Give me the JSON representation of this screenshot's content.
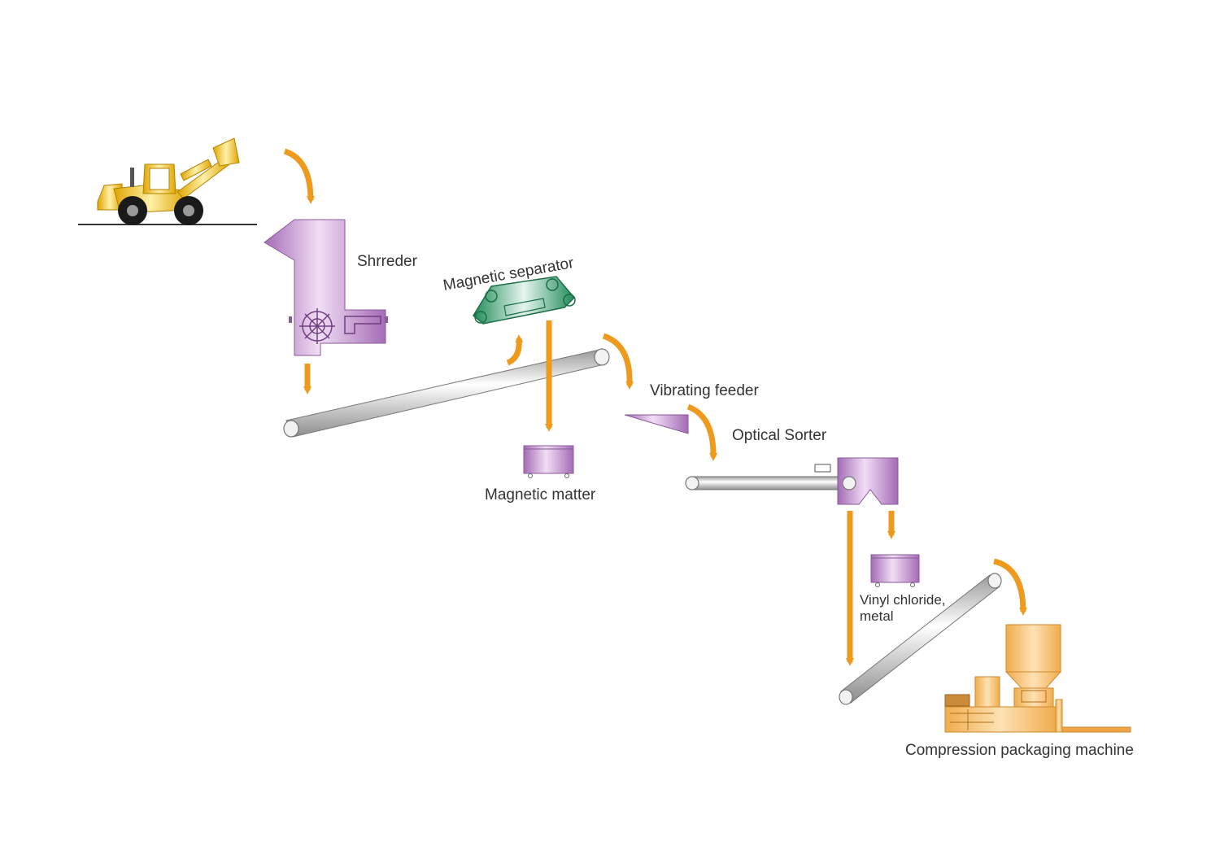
{
  "labels": {
    "shredder": "Shrreder",
    "magnetic_separator": "Magnetic separator",
    "vibrating_feeder": "Vibrating feeder",
    "optical_sorter": "Optical Sorter",
    "magnetic_matter": "Magnetic matter",
    "vinyl_line1": "Vinyl chloride,",
    "vinyl_line2": "metal",
    "compression": "Compression packaging machine"
  },
  "colors": {
    "arrow": "#ee9a1e",
    "purple": "#b77fc4",
    "green": "#2f9c6a",
    "yellow": "#f5c21b",
    "orange_machine": "#f5c073",
    "conveyor": "#d9d9d9"
  },
  "icons": {
    "loader": "wheel-loader-icon",
    "shredder": "shredder-machine-icon",
    "separator": "magnetic-separator-icon",
    "bin": "collection-bin-icon",
    "sorter": "optical-sorter-icon",
    "baler": "compression-baler-icon"
  }
}
